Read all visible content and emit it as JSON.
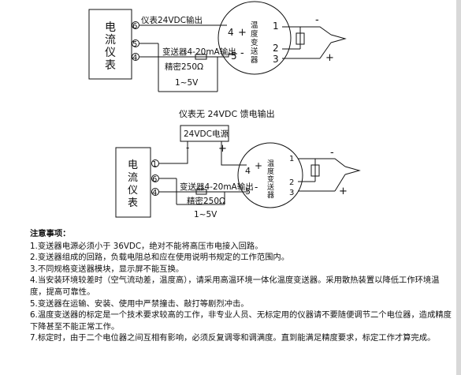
{
  "diagram1": {
    "meter_label": [
      "电",
      "流",
      "仪",
      "表"
    ],
    "terminals": [
      "6",
      "5",
      "4"
    ],
    "supply_label": "仪表24VDC输出",
    "transmitter_output_label": "变送器4-20mA输出",
    "resistor_label": "精密250Ω",
    "voltage_label": "1~5V",
    "transmitter_label": [
      "温",
      "度",
      "变",
      "送",
      "器"
    ],
    "pin_left_top": "4",
    "pin_left_bottom": "5",
    "pin_right": [
      "1",
      "2",
      "3"
    ],
    "plus_sign": "+"
  },
  "diagram2": {
    "caption": "仪表无 24VDC 馈电输出",
    "power_box": "24VDC电源",
    "meter_label": [
      "电",
      "流",
      "仪",
      "表"
    ],
    "terminals": [
      "1",
      "6",
      "4"
    ],
    "transmitter_output_label": "变送器4-20mA输出",
    "resistor_label": "精密250Ω",
    "voltage_label": "1~5V",
    "transmitter_label": [
      "温",
      "度",
      "变",
      "送",
      "器"
    ],
    "pin_left_top": "4",
    "pin_left_bottom": "5",
    "pin_right": [
      "1",
      "2",
      "3"
    ],
    "plus_sign": "+"
  },
  "notes": {
    "title": "注意事项：",
    "items": [
      "1.变送器电源必须小于 36VDC，绝对不能将高压市电接入回路。",
      "2.变送器组成的回路，负载电阻总和应在使用说明书规定的工作范围内。",
      "3.不同规格变送器模块，显示屏不能互换。",
      "4.当安装环境较差时（空气流动差，温度高），请采用高温环境一体化温度变送器。采用散热装置以降低工作环境温度，提高可靠性。",
      "5.变送器在运输、安装、使用中严禁撞击、敲打等剧烈冲击。",
      "6.温度变送器的标定是一个技术要求较高的工作，非专业人员、无标定用的仪器请不要随便调节二个电位器，造成精度下降甚至不能正常工作。",
      "7.标定时，由于二个电位器之间互相有影响，必须反复调零和调满度。直到能满足精度要求，标定工作才算完成。"
    ]
  }
}
